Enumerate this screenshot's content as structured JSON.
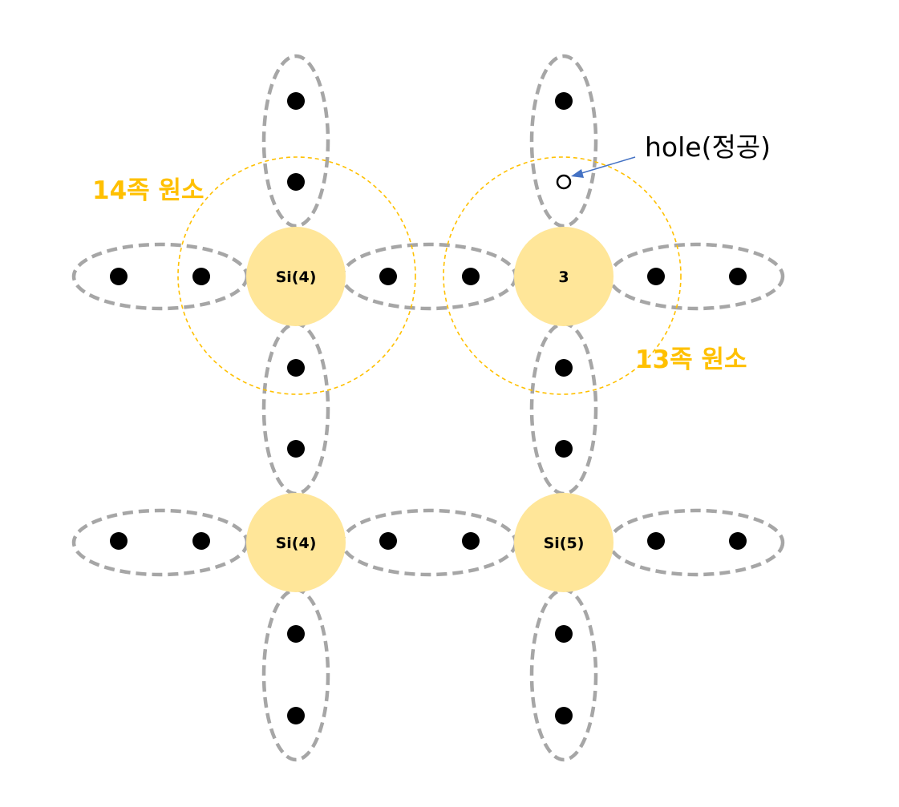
{
  "atoms": [
    {
      "label": "Si(4)"
    },
    {
      "label": "3"
    },
    {
      "label": "Si(4)"
    },
    {
      "label": "Si(5)"
    }
  ],
  "region_labels": {
    "group14": "14족 원소",
    "group13": "13족 원소"
  },
  "hole_label": "hole(정공)",
  "colors": {
    "atom_fill": "#ffe699",
    "bond_stroke": "#a6a6a6",
    "region_stroke": "#ffc000",
    "arrow": "#4472c4",
    "electron": "#000000"
  }
}
